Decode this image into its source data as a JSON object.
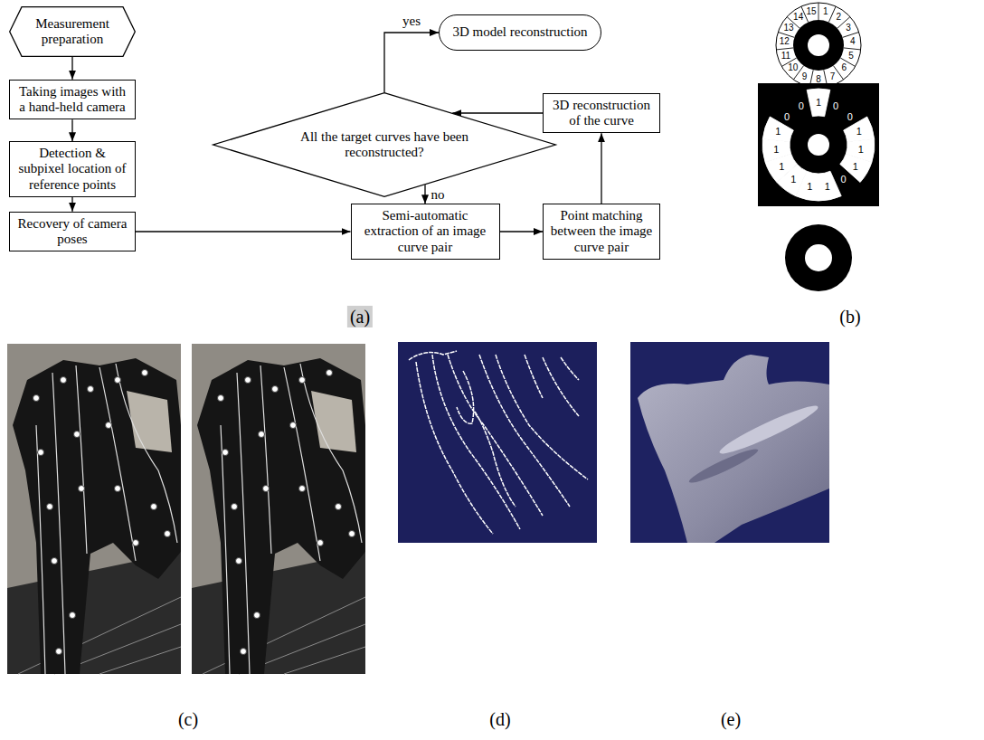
{
  "diagram": {
    "nodes": [
      {
        "text": [
          "Measurement preparation"
        ]
      },
      {
        "text": [
          "Taking images with a hand-held camera"
        ]
      },
      {
        "text": [
          "Detection & subpixel location of reference points"
        ]
      },
      {
        "text": [
          "Recovery of camera poses"
        ]
      },
      {
        "text": [
          "Semi-automatic extraction of an image curve pair"
        ]
      },
      {
        "text": [
          "Point matching between the image curve pair"
        ]
      },
      {
        "text": [
          "3D reconstruction of the curve"
        ]
      },
      {
        "text": [
          "All the target curves have been reconstructed?"
        ]
      },
      {
        "text": [
          "3D model reconstruction"
        ]
      }
    ],
    "edges": [
      {
        "from": 0,
        "to": 1,
        "arrow": "to"
      },
      {
        "from": 1,
        "to": 2,
        "arrow": "to"
      },
      {
        "from": 2,
        "to": 3,
        "arrow": "to"
      },
      {
        "from": 3,
        "to": 4,
        "arrow": "to"
      },
      {
        "from": 4,
        "to": 5,
        "arrow": "to"
      },
      {
        "from": 5,
        "to": 6,
        "arrow": "to"
      },
      {
        "from": 6,
        "to": 7,
        "arrow": "to"
      },
      {
        "from": 7,
        "to": 8,
        "label": "yes",
        "arrow": "to"
      },
      {
        "from": 7,
        "to": 4,
        "label": "no",
        "arrow": "to"
      }
    ],
    "labels": [
      "1",
      "2",
      "3",
      "4",
      "5",
      "6",
      "7",
      "8",
      "9",
      "10",
      "11",
      "12",
      "13",
      "14",
      "15",
      "1",
      "0",
      "0",
      "1",
      "1",
      "1",
      "0",
      "1",
      "1",
      "1",
      "1",
      "1",
      "1",
      "0",
      "0",
      "(a)",
      "(b)",
      "(c)",
      "(d)",
      "(e)"
    ]
  }
}
